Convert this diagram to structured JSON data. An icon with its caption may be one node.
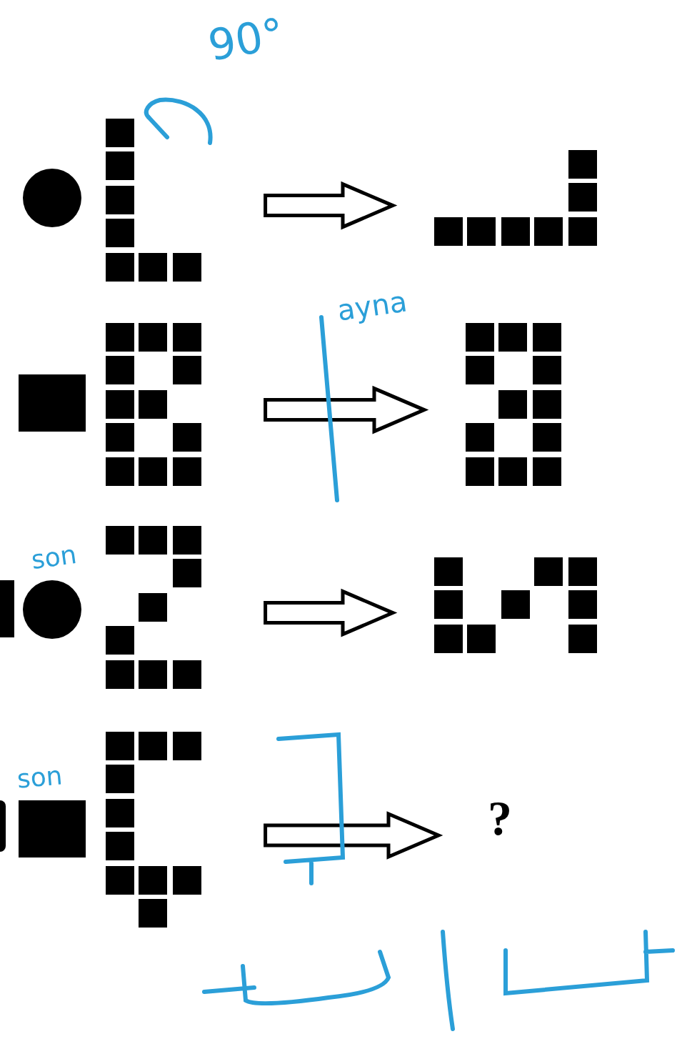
{
  "diagram": {
    "nodes": [
      {
        "text": [],
        "shape": "circle"
      },
      {
        "text": [],
        "shape": "grid"
      },
      {
        "text": [],
        "shape": "grid"
      },
      {
        "text": [],
        "shape": "box"
      },
      {
        "text": [],
        "shape": "grid"
      },
      {
        "text": [],
        "shape": "grid"
      },
      {
        "text": [],
        "shape": "box"
      },
      {
        "text": [],
        "shape": "circle",
        "beside": [
          "son"
        ]
      },
      {
        "text": [],
        "shape": "grid"
      },
      {
        "text": [],
        "shape": "grid"
      },
      {
        "text": [],
        "shape": "circle"
      },
      {
        "text": [],
        "shape": "box",
        "beside": [
          "son"
        ]
      },
      {
        "text": [],
        "shape": "grid"
      },
      {
        "text": [
          "?"
        ]
      }
    ],
    "edges": [
      {
        "from": 1,
        "to": 2,
        "arrow": "to"
      },
      {
        "from": 4,
        "to": 5,
        "arrow": "to"
      },
      {
        "from": 8,
        "to": 9,
        "arrow": "to"
      },
      {
        "from": 12,
        "to": 13,
        "arrow": "to"
      }
    ],
    "labels": [
      "90°",
      "ayna"
    ]
  }
}
